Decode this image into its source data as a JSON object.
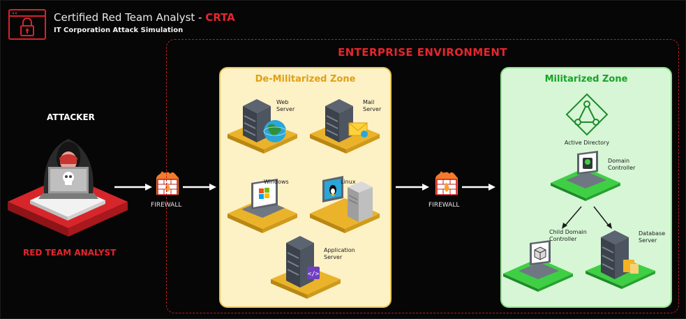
{
  "header": {
    "title_main": "Certified Red Team Analyst - ",
    "title_accent": "CRTA",
    "subtitle": "IT Corporation Attack Simulation"
  },
  "enterprise": {
    "title": "ENTERPRISE ENVIRONMENT"
  },
  "attacker": {
    "label": "ATTACKER",
    "role": "RED TEAM ANALYST"
  },
  "firewalls": [
    {
      "label": "FIREWALL"
    },
    {
      "label": "FIREWALL"
    }
  ],
  "dmz": {
    "title": "De-Militarized Zone",
    "nodes": {
      "web": [
        "Web",
        "Server"
      ],
      "mail": [
        "Mail",
        "Server"
      ],
      "windows": [
        "Windows"
      ],
      "linux": [
        "Linux"
      ],
      "app": [
        "Application",
        "Server"
      ]
    }
  },
  "mz": {
    "title": "Militarized Zone",
    "nodes": {
      "ad": [
        "Active Directory"
      ],
      "dc": [
        "Domain",
        "Controller"
      ],
      "child": [
        "Child Domain",
        "Controller"
      ],
      "db": [
        "Database",
        "Server"
      ]
    }
  },
  "colors": {
    "red": "#e5262c",
    "dmz_fill": "#fdf1c6",
    "mz_fill": "#d6f6d6",
    "gold": "#e6b020",
    "green": "#38c43c"
  }
}
